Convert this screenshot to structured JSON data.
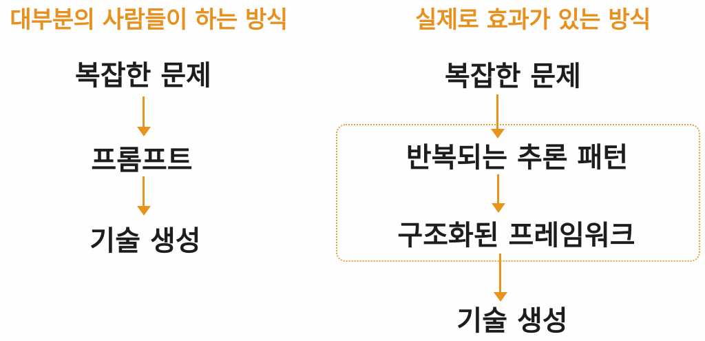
{
  "colors": {
    "canvas_bg": "#fefefe",
    "accent_orange": "#E8901E",
    "arrow_orange": "#E8941C",
    "box_border": "#DEA23D",
    "text_black": "#1D1D1D"
  },
  "left_flow": {
    "title": "대부분의 사람들이 하는 방식",
    "steps": [
      "복잡한 문제",
      "프롬프트",
      "기술 생성"
    ]
  },
  "right_flow": {
    "title": "실제로 효과가 있는 방식",
    "steps": [
      "복잡한 문제",
      "반복되는 추론 패턴",
      "구조화된 프레임워크",
      "기술 생성"
    ],
    "boxed_steps": [
      "반복되는 추론 패턴",
      "구조화된 프레임워크"
    ]
  }
}
